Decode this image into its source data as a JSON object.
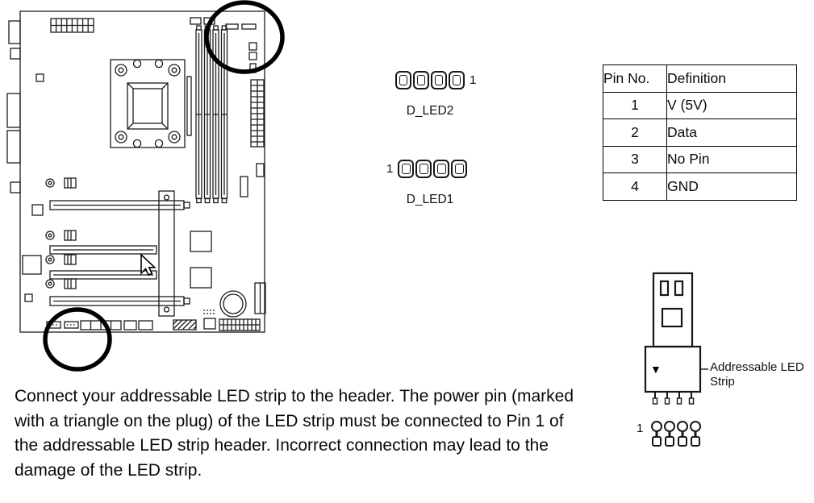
{
  "headers": {
    "d_led2": {
      "label": "D_LED2",
      "pin1_label": "1"
    },
    "d_led1": {
      "label": "D_LED1",
      "pin1_label": "1"
    }
  },
  "pin_table": {
    "columns": [
      "Pin No.",
      "Definition"
    ],
    "rows": [
      {
        "pin": "1",
        "definition": "V (5V)"
      },
      {
        "pin": "2",
        "definition": "Data"
      },
      {
        "pin": "3",
        "definition": "No Pin"
      },
      {
        "pin": "4",
        "definition": "GND"
      }
    ]
  },
  "led_strip": {
    "label_line1": "Addressable LED",
    "label_line2": "Strip",
    "pin1_label": "1",
    "triangle_marker": "▼"
  },
  "instructions": {
    "lines": [
      "Connect your addressable LED strip to the header. The power pin (marked",
      "with a triangle on the plug) of the LED strip must be connected to Pin 1 of",
      "the addressable LED strip header. Incorrect connection may lead to the",
      "damage of the LED strip."
    ]
  },
  "colors": {
    "ink": "#111111",
    "annotation": "#000000"
  }
}
